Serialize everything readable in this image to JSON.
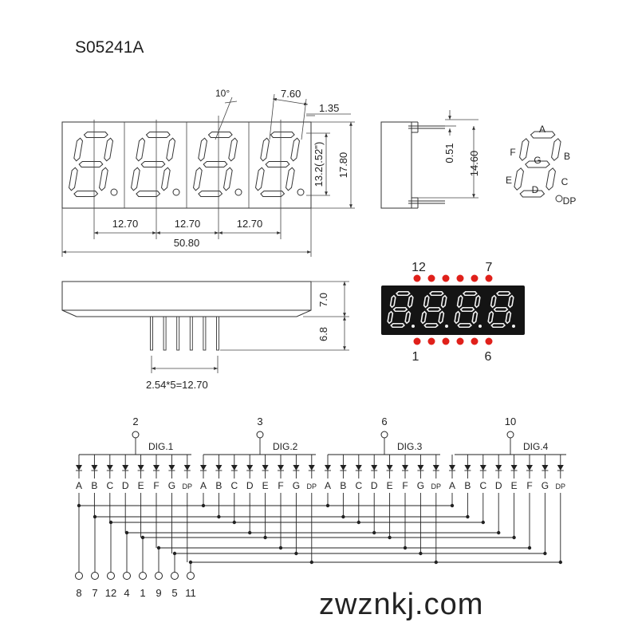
{
  "model": "S05241A",
  "watermark": "zwznkj.com",
  "front_view": {
    "dim_pitch": "12.70",
    "dim_width": "50.80",
    "dim_digit_width": "7.60",
    "dim_dp_gap": "1.35",
    "dim_char_height": "13.2(.52\")",
    "dim_height": "17.80",
    "slant_angle": "10°"
  },
  "side_view": {
    "dim_pin_offset": "0.51",
    "dim_depth": "14.60"
  },
  "segment_layout": {
    "labels": [
      "A",
      "B",
      "C",
      "D",
      "E",
      "F",
      "G",
      "DP"
    ]
  },
  "bottom_view": {
    "dim_body": "7.0",
    "dim_pin_length": "6.8",
    "dim_pin_span": "2.54*5=12.70"
  },
  "pin_numbering": {
    "top_left": "12",
    "top_right": "7",
    "bottom_left": "1",
    "bottom_right": "6",
    "led_color": "#e0201a",
    "display_bg": "#141414",
    "segment_color": "#f2f2f2"
  },
  "schematic": {
    "digits": [
      {
        "label": "DIG.1",
        "pin": "2"
      },
      {
        "label": "DIG.2",
        "pin": "3"
      },
      {
        "label": "DIG.3",
        "pin": "6"
      },
      {
        "label": "DIG.4",
        "pin": "10"
      }
    ],
    "segments": [
      "A",
      "B",
      "C",
      "D",
      "E",
      "F",
      "G",
      "DP"
    ],
    "bus_pins": [
      "8",
      "7",
      "12",
      "4",
      "1",
      "9",
      "5",
      "11"
    ]
  }
}
